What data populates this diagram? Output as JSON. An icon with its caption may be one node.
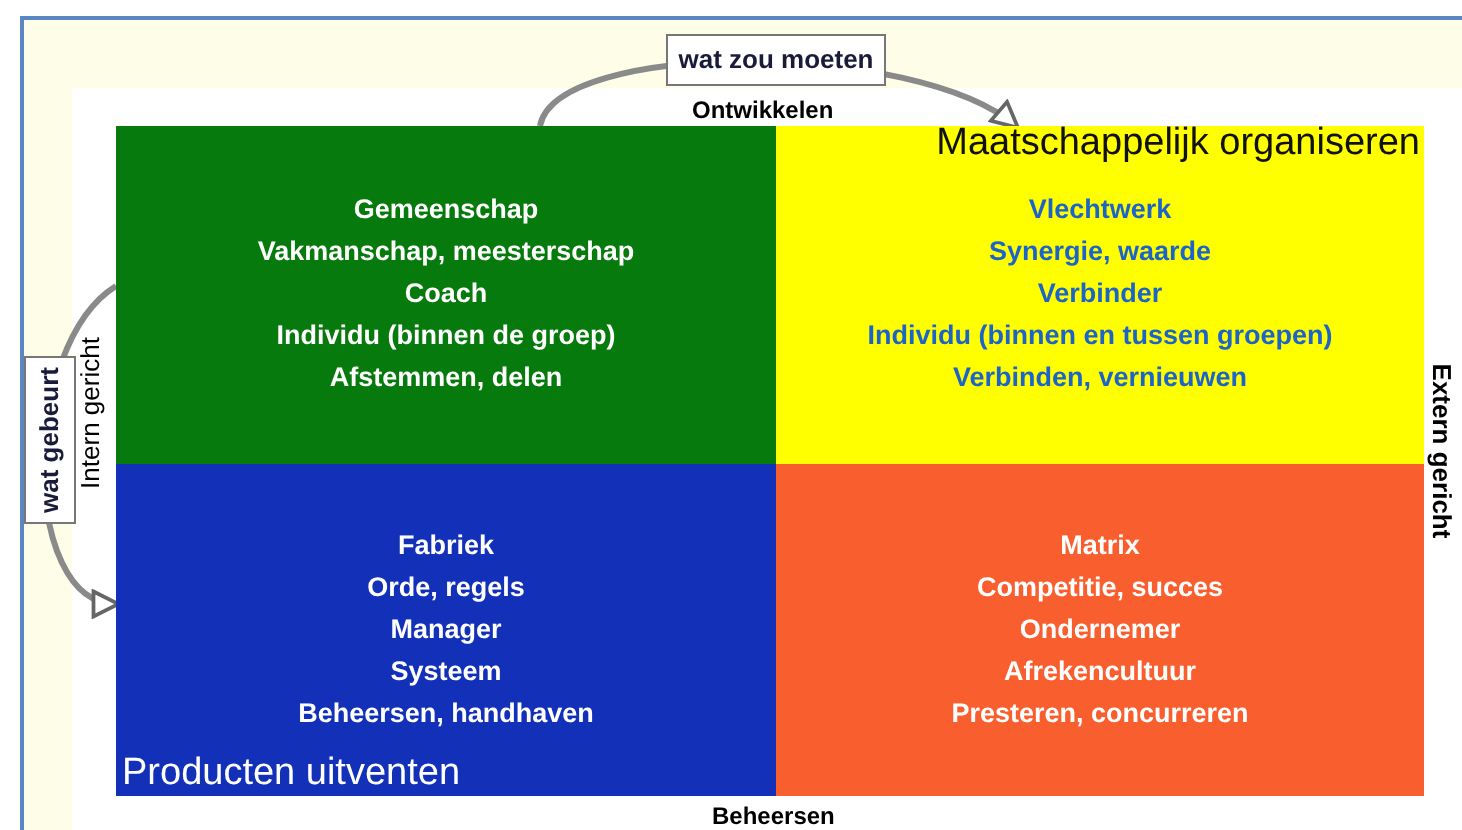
{
  "diagram": {
    "nodes": [
      {
        "text": [
          "Gemeenschap",
          "Vakmanschap, meesterschap",
          "Coach",
          "Individu (binnen de groep)",
          "Afstemmen, delen"
        ]
      },
      {
        "text": [
          "Maatschappelijk organiseren",
          "Vlechtwerk",
          "Synergie, waarde",
          "Verbinder",
          "Individu (binnen en tussen groepen)",
          "Verbinden, vernieuwen"
        ]
      },
      {
        "text": [
          "Fabriek",
          "Orde, regels",
          "Manager",
          "Systeem",
          "Beheersen, handhaven",
          "Producten uitventen"
        ]
      },
      {
        "text": [
          "Matrix",
          "Competitie, succes",
          "Ondernemer",
          "Afrekencultuur",
          "Presteren, concurreren"
        ]
      }
    ],
    "edges": [
      {
        "from": 0,
        "to": 1,
        "arrow": "to",
        "label": "wat zou moeten"
      },
      {
        "from": 0,
        "to": 2,
        "arrow": "to",
        "label": "wat gebeurt"
      }
    ],
    "labels": [
      "Ontwikkelen",
      "Intern gericht",
      "Extern gericht",
      "Beheersen"
    ]
  }
}
